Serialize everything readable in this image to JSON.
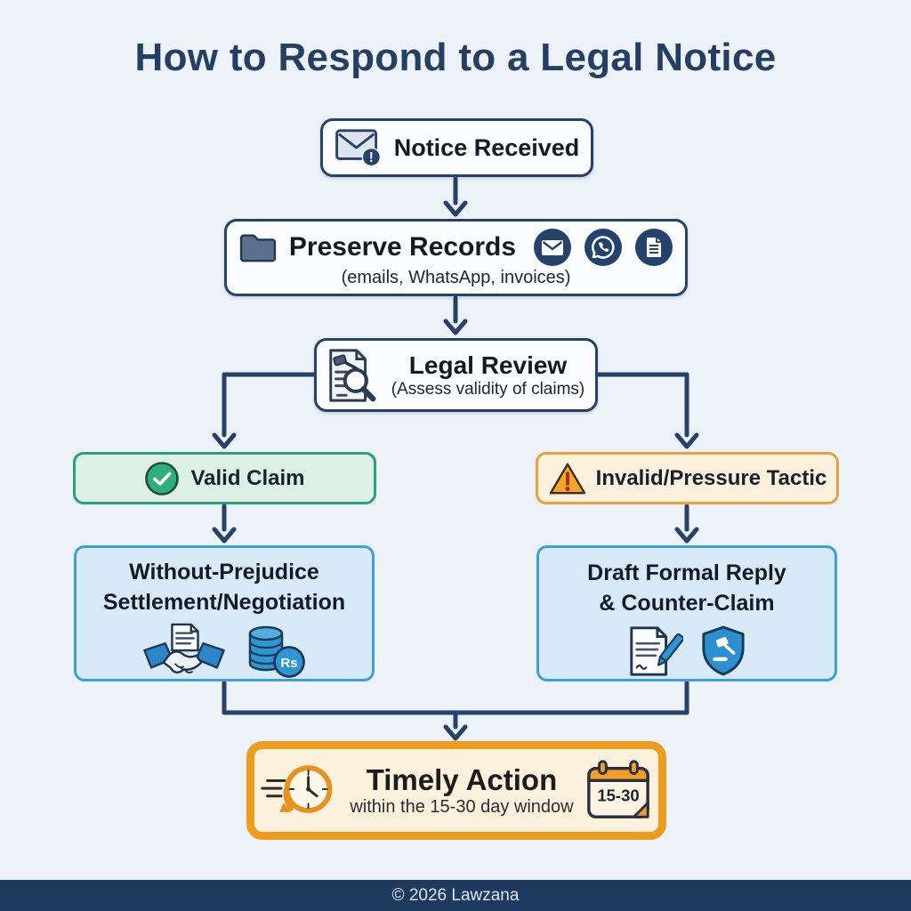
{
  "title": "How to Respond to a Legal Notice",
  "footer": {
    "copyright": "© 2026 Lawzana"
  },
  "colors": {
    "background": "#edf2f8",
    "navy_outline": "#24426b",
    "title_text": "#253e63",
    "connector": "#24426b",
    "valid_fill": "#dcf0e5",
    "valid_border": "#2aa179",
    "warning_fill": "#fdf1dd",
    "warning_border": "#e7a43e",
    "info_fill": "#d8eaf7",
    "info_border": "#3da0d9",
    "timely_fill": "#fbf1dd",
    "timely_border": "#ef9c1e",
    "footer_bg": "#1e3a5e",
    "icon_blue": "#2e86c8",
    "icon_orange": "#e8921d"
  },
  "nodes": {
    "notice": {
      "label": "Notice Received",
      "icon": "envelope-alert-icon"
    },
    "preserve": {
      "label": "Preserve Records",
      "subtitle": "(emails, WhatsApp, invoices)",
      "icons": [
        "folder-icon",
        "circle-mail-icon",
        "circle-whatsapp-icon",
        "circle-document-icon"
      ]
    },
    "review": {
      "label": "Legal Review",
      "subtitle": "(Assess validity of claims)",
      "icon": "document-gavel-magnifier-icon"
    },
    "valid": {
      "label": "Valid Claim",
      "icon": "check-circle-icon"
    },
    "invalid": {
      "label": "Invalid/Pressure Tactic",
      "icon": "warning-triangle-icon"
    },
    "settlement": {
      "label_line1": "Without-Prejudice",
      "label_line2": "Settlement/Negotiation",
      "currency_badge": "Rs",
      "icons": [
        "handshake-document-icon",
        "coins-rupee-icon"
      ]
    },
    "draft": {
      "label_line1": "Draft Formal Reply",
      "label_line2": "& Counter-Claim",
      "icons": [
        "document-pen-icon",
        "shield-gavel-icon"
      ]
    },
    "timely": {
      "label": "Timely Action",
      "subtitle": "within the 15-30 day window",
      "calendar_label": "15-30",
      "icons": [
        "speed-clock-icon",
        "calendar-icon"
      ]
    }
  }
}
